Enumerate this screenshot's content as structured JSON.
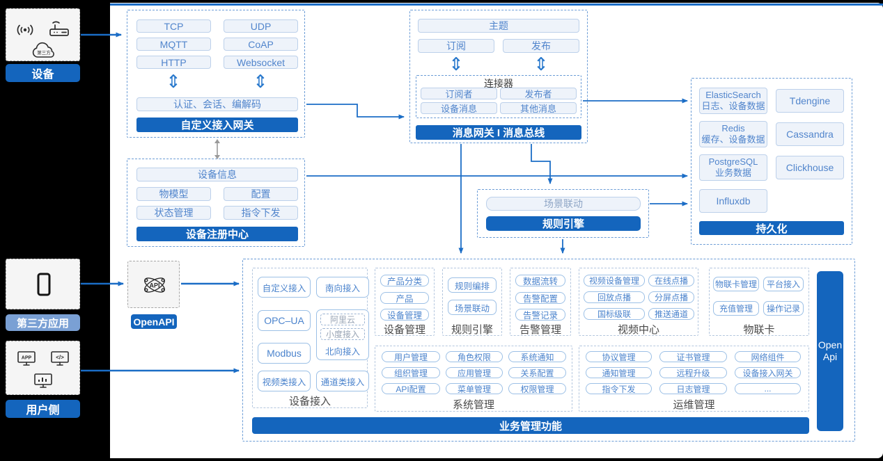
{
  "left_sources": {
    "devices": {
      "label": "设备"
    },
    "third_party": {
      "label": "第三方应用"
    },
    "user_side": {
      "label": "用户侧"
    },
    "cloud_text": "第三方",
    "app_text": "APP",
    "code_text": "</>"
  },
  "custom_gateway": {
    "protocols": [
      "TCP",
      "UDP",
      "MQTT",
      "CoAP",
      "HTTP",
      "Websocket"
    ],
    "auth": "认证、会话、编解码",
    "title": "自定义接入网关"
  },
  "device_registry": {
    "info": "设备信息",
    "items": [
      "物模型",
      "配置",
      "状态管理",
      "指令下发"
    ],
    "title": "设备注册中心"
  },
  "message_gateway": {
    "topic": "主题",
    "subscribe": "订阅",
    "publish": "发布",
    "connector_title": "连接器",
    "connector_items": [
      "订阅者",
      "发布者",
      "设备消息",
      "其他消息"
    ],
    "title": "消息网关 I 消息总线"
  },
  "persistence": {
    "es_name": "ElasticSearch",
    "es_desc": "日志、设备数据",
    "tdengine": "Tdengine",
    "redis_name": "Redis",
    "redis_desc": "缓存、设备数据",
    "cassandra": "Cassandra",
    "pg_name": "PostgreSQL",
    "pg_desc": "业务数据",
    "clickhouse": "Clickhouse",
    "influxdb": "Influxdb",
    "title": "持久化"
  },
  "rule_engine": {
    "scene": "场景联动",
    "title": "规则引擎"
  },
  "openapi": {
    "label": "OpenAPI",
    "icon_text": "API"
  },
  "business": {
    "title": "业务管理功能",
    "open_api_line1": "Open",
    "open_api_line2": "Api",
    "device_access": {
      "label": "设备接入",
      "custom": "自定义接入",
      "south": "南向接入",
      "opcua": "OPC–UA",
      "ali": "阿里云",
      "xiaodu": "小度接入",
      "north": "北向接入",
      "modbus": "Modbus",
      "video": "视频类接入",
      "channel": "通道类接入"
    },
    "device_mgmt": {
      "label": "设备管理",
      "items": [
        "产品分类",
        "产品",
        "设备管理"
      ]
    },
    "rule_engine_sec": {
      "label": "规则引擎",
      "items": [
        "规则编排",
        "场景联动"
      ]
    },
    "alarm_mgmt": {
      "label": "告警管理",
      "items": [
        "数据流转",
        "告警配置",
        "告警记录"
      ]
    },
    "video_center": {
      "label": "视频中心",
      "items": [
        "视频设备管理",
        "在线点播",
        "回放点播",
        "分屏点播",
        "国标级联",
        "推送通道"
      ]
    },
    "iot_card": {
      "label": "物联卡",
      "items": [
        "物联卡管理",
        "平台接入",
        "充值管理",
        "操作记录"
      ]
    },
    "system_mgmt": {
      "label": "系统管理",
      "items": [
        "用户管理",
        "角色权限",
        "系统通知",
        "组织管理",
        "应用管理",
        "关系配置",
        "API配置",
        "菜单管理",
        "权限管理"
      ]
    },
    "ops_mgmt": {
      "label": "运维管理",
      "items": [
        "协议管理",
        "证书管理",
        "网络组件",
        "通知管理",
        "远程升级",
        "设备接入网关",
        "指令下发",
        "日志管理",
        "..."
      ]
    }
  }
}
